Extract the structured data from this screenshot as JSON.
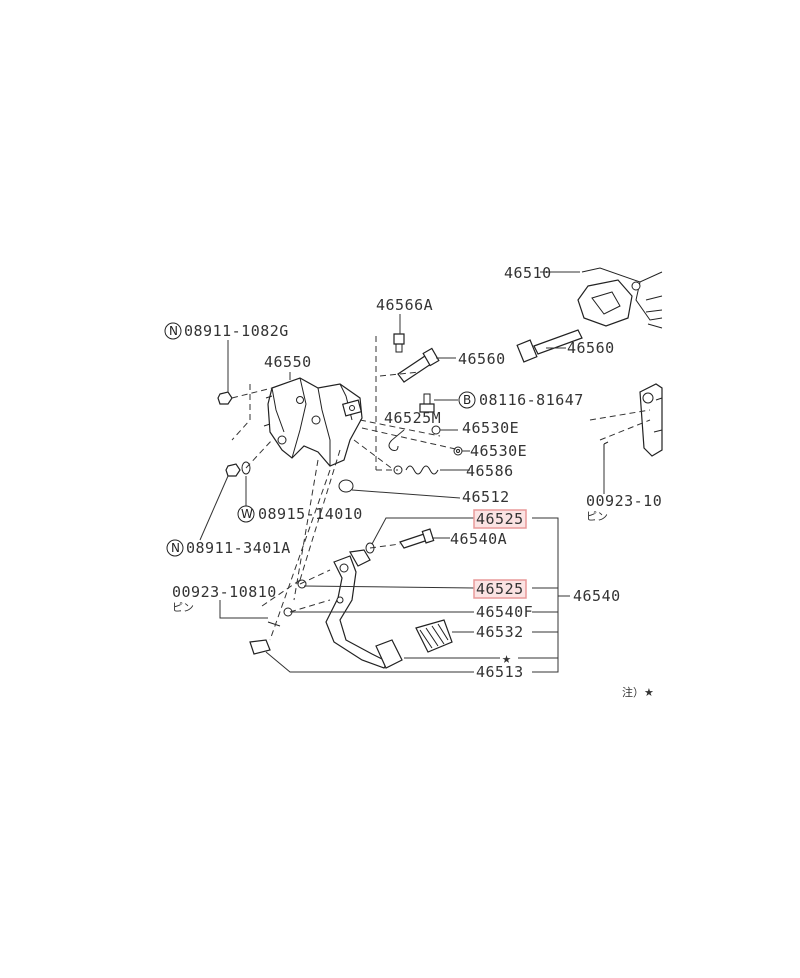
{
  "labels": {
    "top_cut": "46510",
    "p46566A": "46566A",
    "n1": "08911-1082G",
    "n1_letter": "N",
    "p46550": "46550",
    "p46560a": "46560",
    "p46560b": "46560",
    "b1": "08116-81647",
    "b1_letter": "B",
    "p46525M": "46525M",
    "p46530E_1": "46530E",
    "p46530E_2": "46530E",
    "p46586": "46586",
    "p46512": "46512",
    "w1": "08915-14010",
    "w1_letter": "W",
    "n2": "08911-3401A",
    "n2_letter": "N",
    "p46525_1": "46525",
    "p46540A": "46540A",
    "p00923_left": "00923-10810",
    "pin_left": "ピン",
    "p46525_2": "46525",
    "p46540": "46540",
    "p46540F": "46540F",
    "p46532": "46532",
    "star_mark": "★",
    "p46513": "46513",
    "p00923_right": "00923-10",
    "pin_right": "ピン",
    "note": "注）★"
  },
  "highlights": {
    "color": "#e89a9a"
  }
}
